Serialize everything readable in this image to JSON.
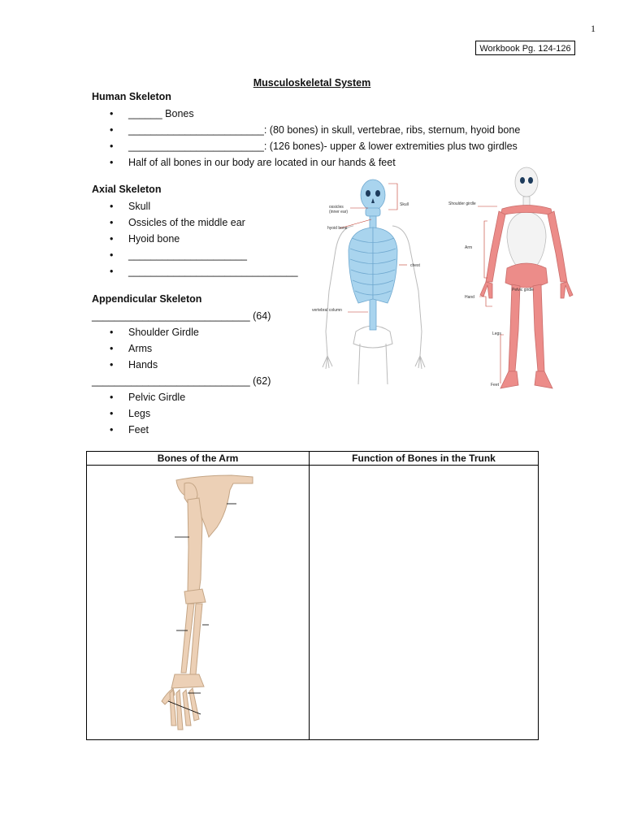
{
  "page_number": "1",
  "workbook_ref": "Workbook Pg. 124-126",
  "title": "Musculoskeletal System",
  "human_skeleton": {
    "heading": "Human Skeleton",
    "items": [
      "______ Bones",
      "________________________: (80 bones) in skull, vertebrae, ribs, sternum, hyoid bone",
      "________________________: (126 bones)- upper & lower extremities plus two girdles",
      "Half of all bones in our body are located in our hands & feet"
    ]
  },
  "axial_skeleton": {
    "heading": "Axial Skeleton",
    "items": [
      "Skull",
      "Ossicles of the middle ear",
      "Hyoid bone",
      "_____________________",
      "______________________________"
    ]
  },
  "appendicular_skeleton": {
    "heading": "Appendicular Skeleton",
    "upper_line": "____________________________ (64)",
    "upper_items": [
      "Shoulder Girdle",
      "Arms",
      "Hands"
    ],
    "lower_line": "____________________________ (62)",
    "lower_items": [
      "Pelvic Girdle",
      "Legs",
      "Feet"
    ]
  },
  "axial_figure_labels": {
    "ossicles": "ossicles",
    "inner_ear": "(inner ear)",
    "skull": "Skull",
    "hyoid": "hyoid bone",
    "chest": "chest",
    "vertebral": "vertebral column"
  },
  "appendicular_figure_labels": {
    "shoulder": "Shoulder girdle",
    "arm": "Arm",
    "hand": "Hand",
    "pelvic": "Pelvic girdle",
    "legs": "Legs",
    "feet": "Feet"
  },
  "table": {
    "headers": [
      "Bones of the Arm",
      "Function of Bones in the Trunk"
    ]
  },
  "colors": {
    "axial_highlight": "#a9d4ee",
    "appendicular_highlight": "#ec8c89",
    "bone": "#ecd0b6"
  }
}
